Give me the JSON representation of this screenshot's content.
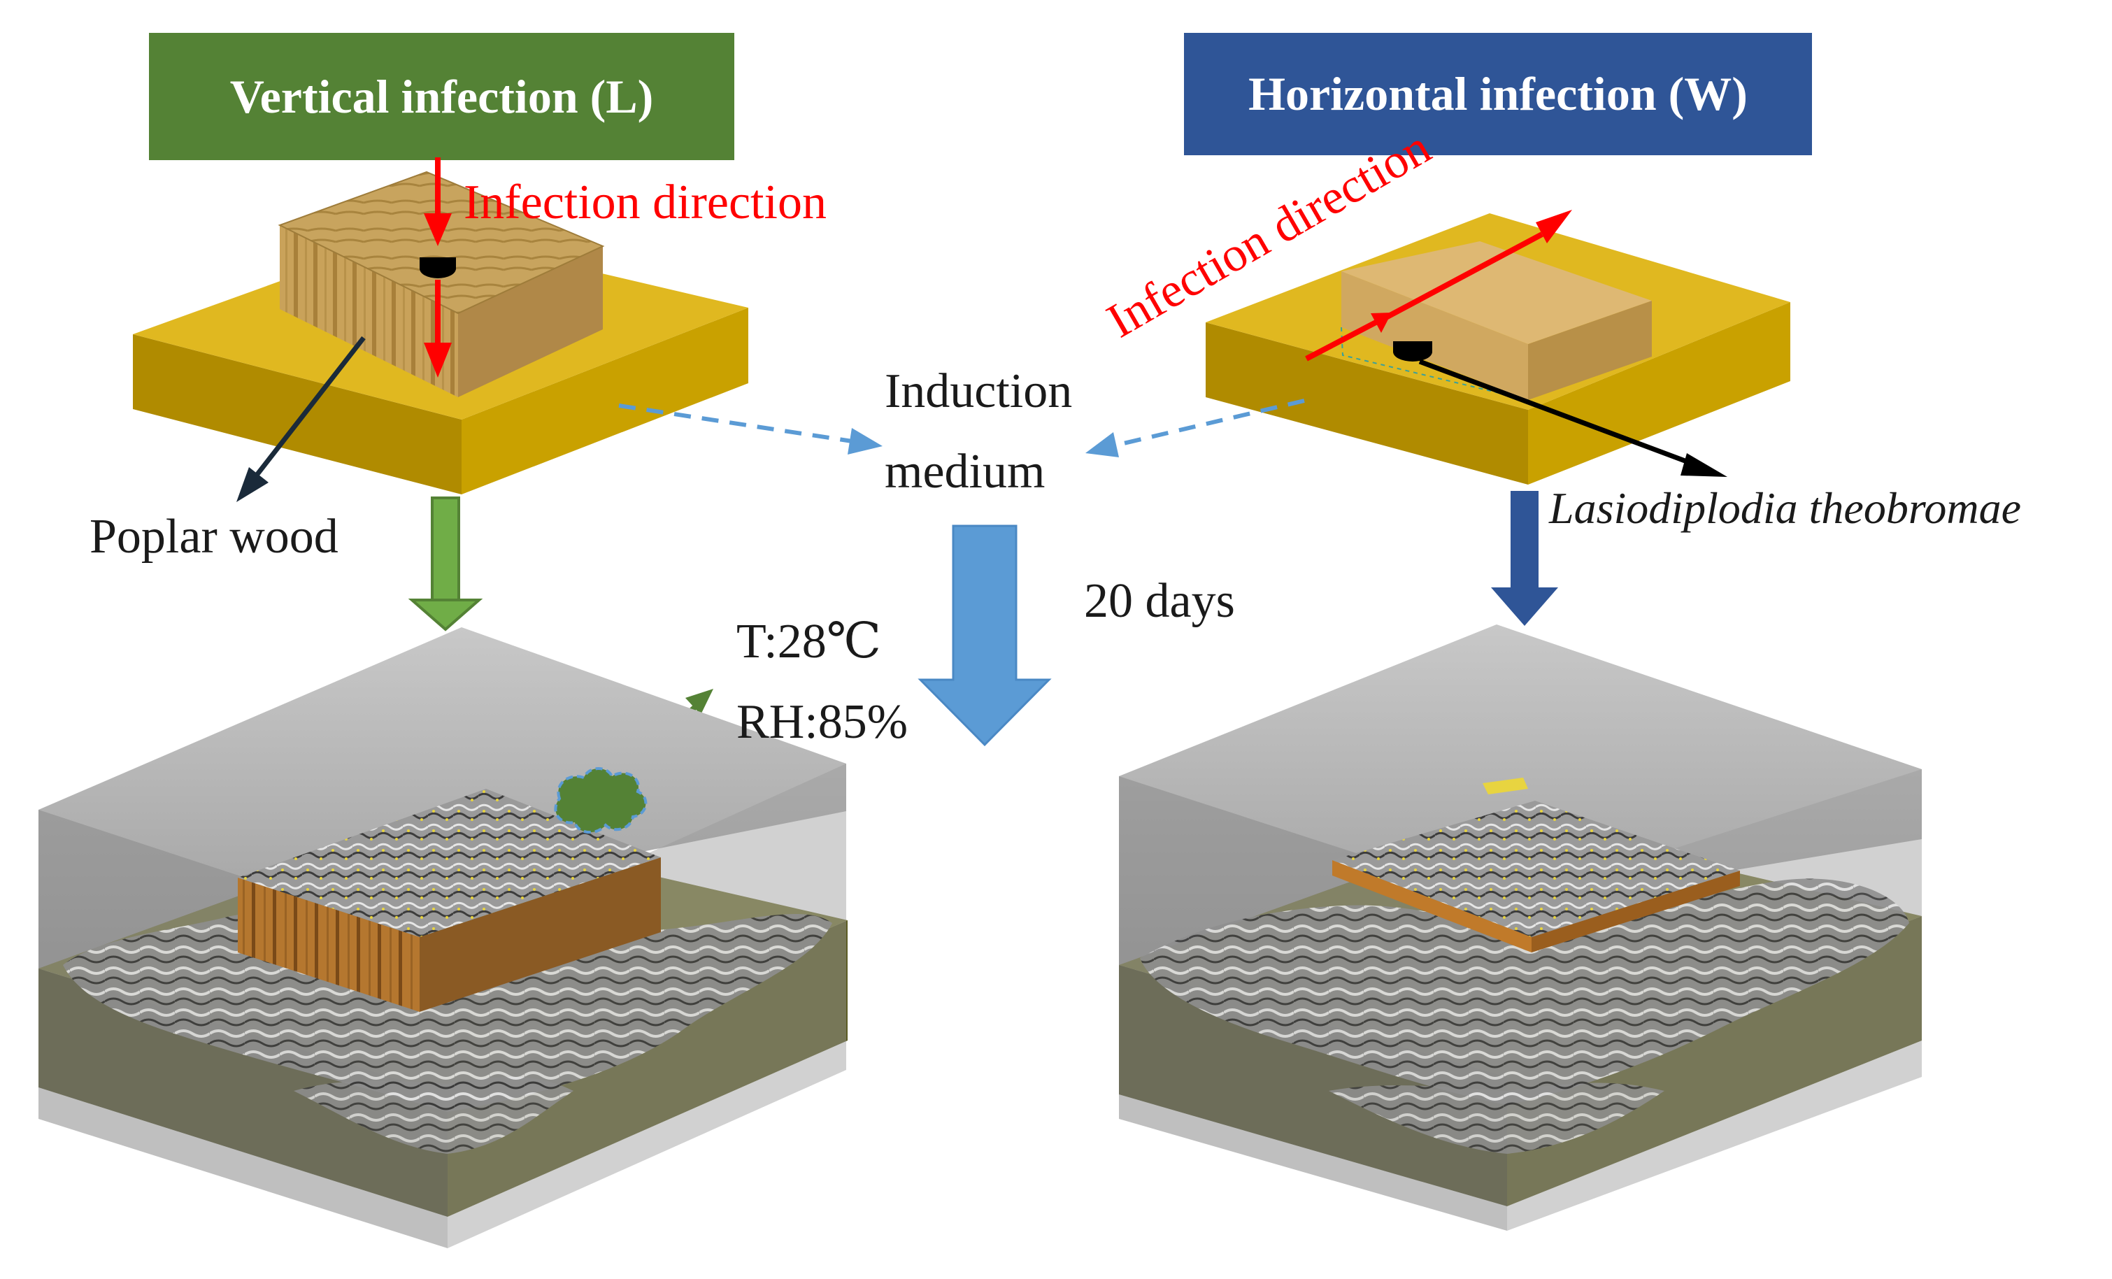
{
  "titles": {
    "vertical": "Vertical infection (L)",
    "horizontal": "Horizontal infection (W)"
  },
  "labels": {
    "infection_direction_left": "Infection direction",
    "infection_direction_right": "Infection direction",
    "induction_medium_line1": "Induction",
    "induction_medium_line2": "medium",
    "poplar_wood": "Poplar wood",
    "fungus_name": "Lasiodiplodia theobromae",
    "days": "20 days",
    "temperature": "T:28℃",
    "humidity": "RH:85%"
  },
  "colors": {
    "vertical_title_bg": "#548235",
    "horizontal_title_bg": "#2F5597",
    "medium_yellow": "#D4AC0D",
    "direction_red": "#FF0000",
    "dashed_blue": "#5B9BD5",
    "process_arrow_blue": "#5B9BD5",
    "left_arrow_green": "#548235",
    "right_arrow_blue": "#2F5597",
    "container_gray": "#A6A6A6",
    "culture_olive": "#4A4A1E"
  }
}
